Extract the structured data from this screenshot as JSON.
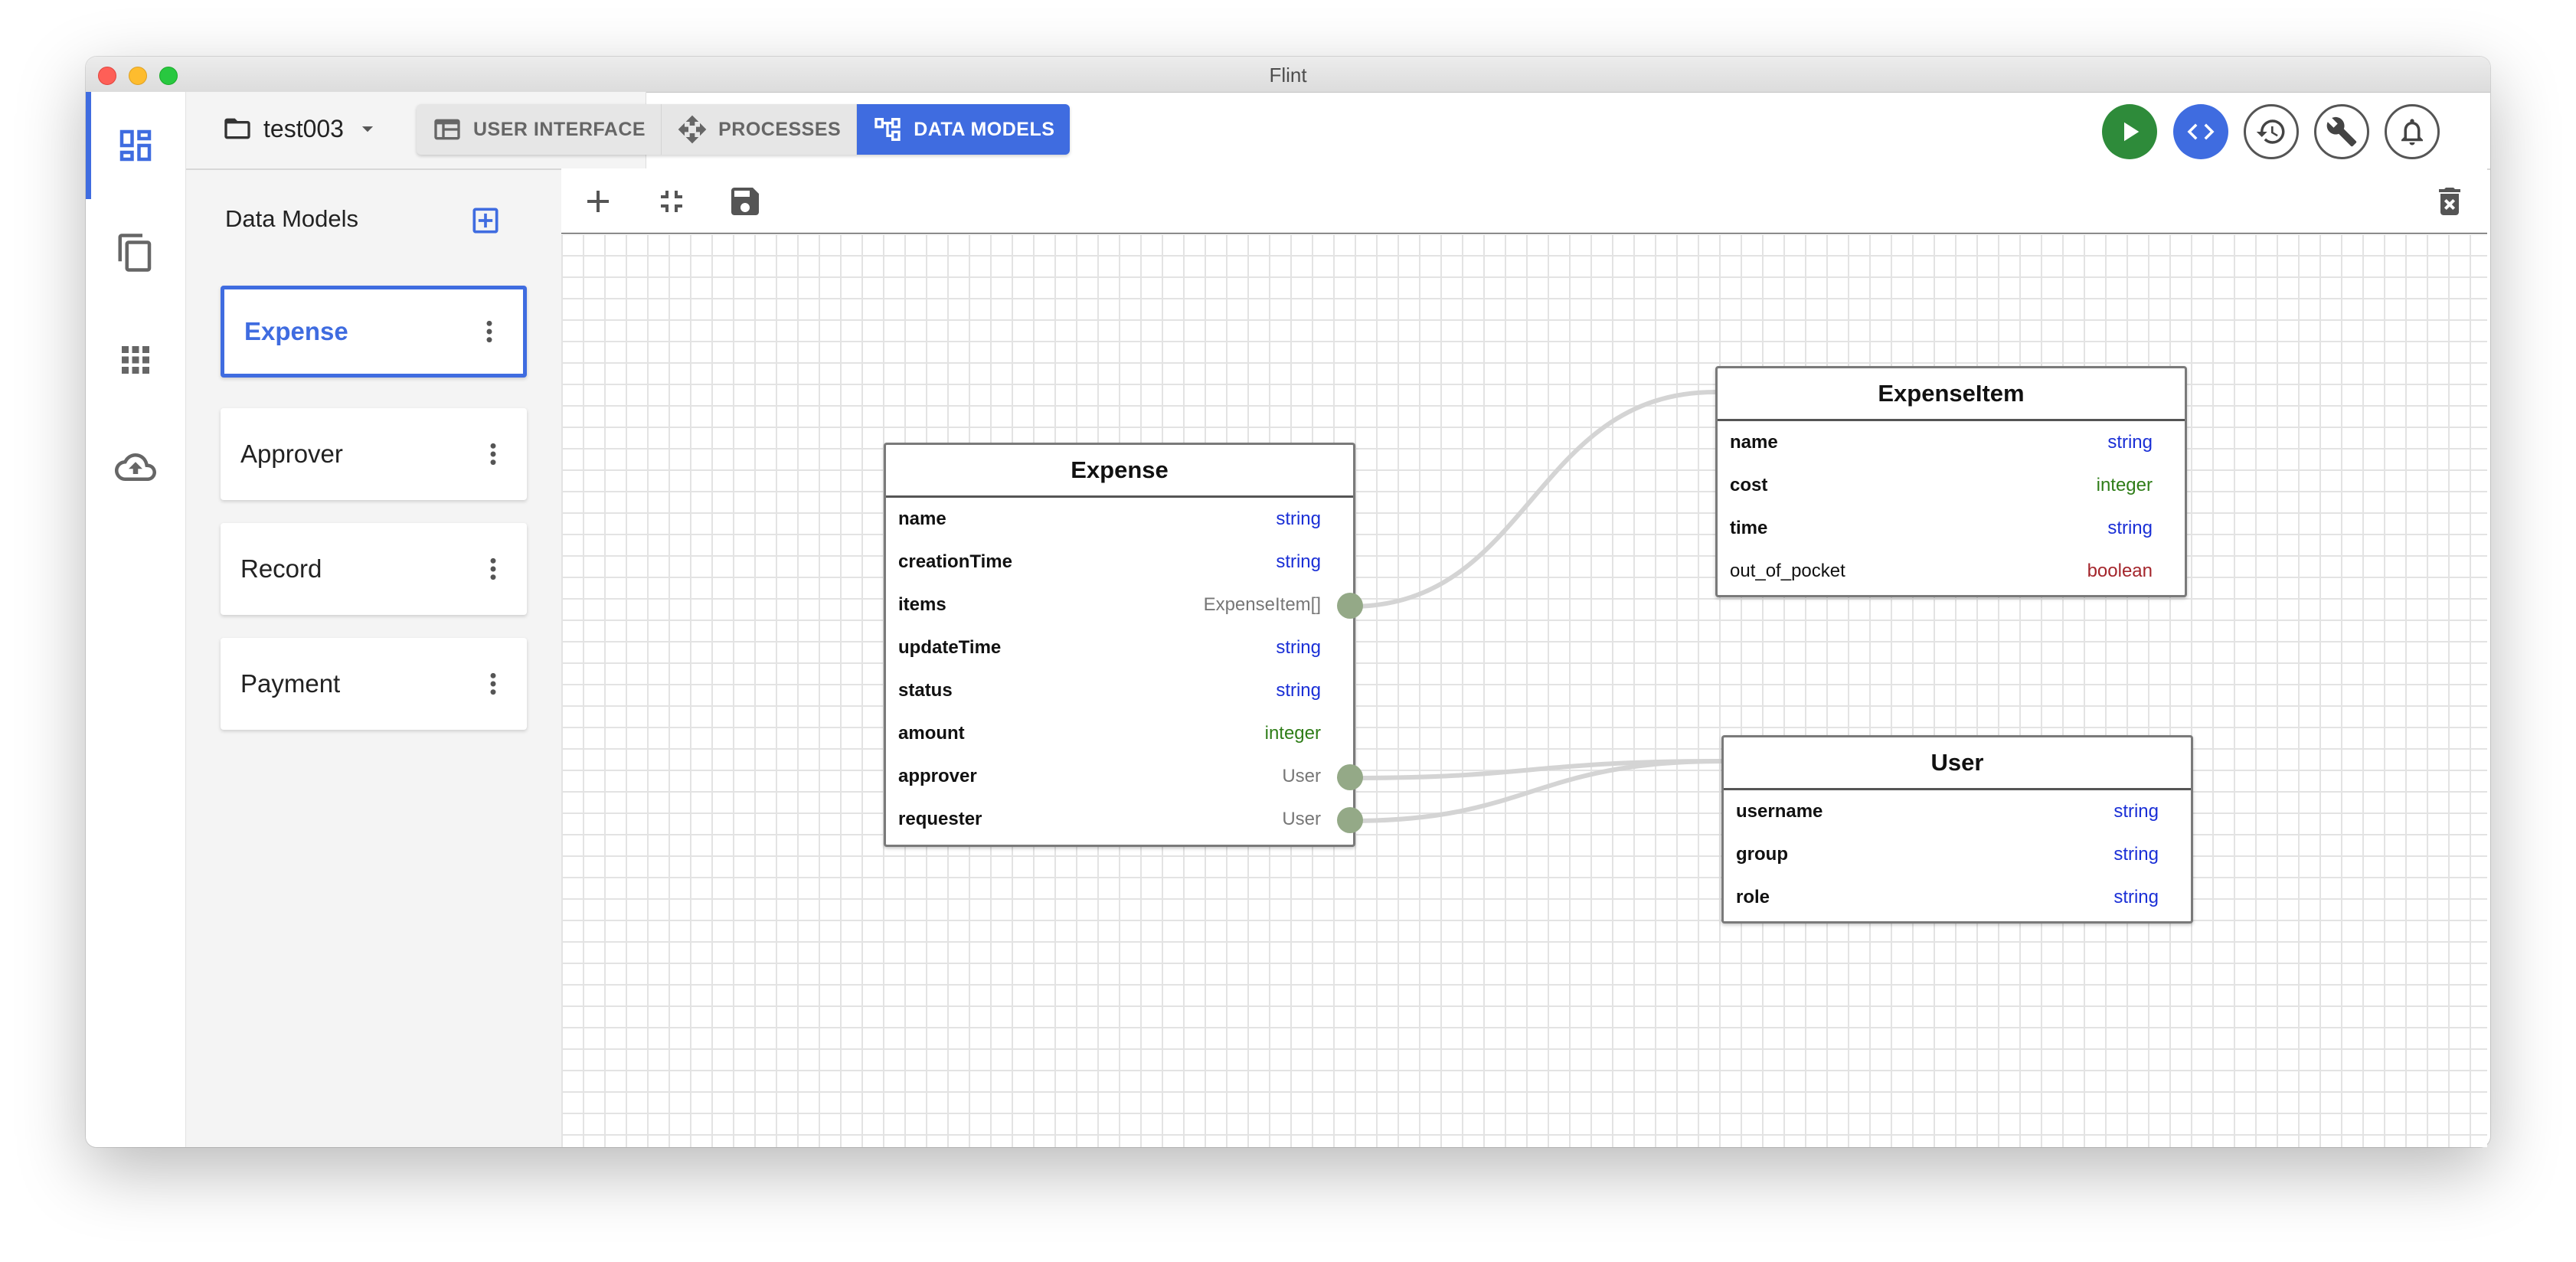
{
  "window": {
    "title": "Flint"
  },
  "header": {
    "project_name": "test003",
    "tabs": [
      {
        "label": "USER INTERFACE",
        "active": false
      },
      {
        "label": "PROCESSES",
        "active": false
      },
      {
        "label": "DATA MODELS",
        "active": true
      }
    ],
    "actions": [
      "play-icon",
      "code-icon",
      "history-icon",
      "wrench-icon",
      "bell-icon"
    ]
  },
  "rail": {
    "items": [
      "dashboard-icon",
      "pages-icon",
      "apps-grid-icon",
      "cloud-upload-icon"
    ],
    "active_index": 0
  },
  "sidebar": {
    "title": "Data Models",
    "models": [
      {
        "label": "Expense",
        "selected": true
      },
      {
        "label": "Approver",
        "selected": false
      },
      {
        "label": "Record",
        "selected": false
      },
      {
        "label": "Payment",
        "selected": false
      }
    ]
  },
  "toolbar": {
    "tools": [
      "add-icon",
      "fit-screen-icon",
      "save-icon",
      "delete-all-icon"
    ]
  },
  "entities": {
    "expense": {
      "title": "Expense",
      "fields": [
        {
          "name": "name",
          "type": "string"
        },
        {
          "name": "creationTime",
          "type": "string"
        },
        {
          "name": "items",
          "type": "ExpenseItem[]"
        },
        {
          "name": "updateTime",
          "type": "string"
        },
        {
          "name": "status",
          "type": "string"
        },
        {
          "name": "amount",
          "type": "integer"
        },
        {
          "name": "approver",
          "type": "User"
        },
        {
          "name": "requester",
          "type": "User"
        }
      ]
    },
    "expense_item": {
      "title": "ExpenseItem",
      "fields": [
        {
          "name": "name",
          "type": "string"
        },
        {
          "name": "cost",
          "type": "integer"
        },
        {
          "name": "time",
          "type": "string"
        },
        {
          "name": "out_of_pocket",
          "type": "boolean"
        }
      ]
    },
    "user": {
      "title": "User",
      "fields": [
        {
          "name": "username",
          "type": "string"
        },
        {
          "name": "group",
          "type": "string"
        },
        {
          "name": "role",
          "type": "string"
        }
      ]
    }
  },
  "colors": {
    "accent": "#3f6ce0",
    "play": "#2e8b3a",
    "string": "#1a2fd6",
    "integer": "#2f7d18",
    "boolean": "#a4262c",
    "port": "#94a987"
  }
}
